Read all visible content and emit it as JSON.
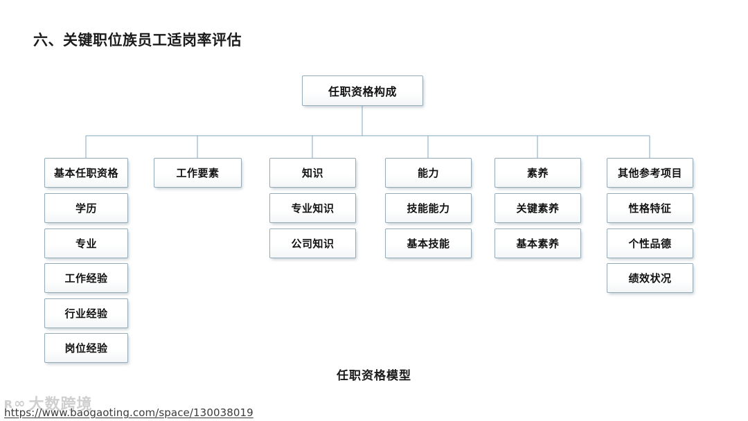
{
  "slide": {
    "title": "六、关键职位族员工适岗率评估",
    "caption": "任职资格模型",
    "background_color": "#ffffff"
  },
  "diagram": {
    "type": "org-tree",
    "connector_color": "#7fa8bd",
    "box_border_color": "#93aab9",
    "root": {
      "label": "任职资格构成"
    },
    "columns": [
      {
        "header": "基本任职资格",
        "children": [
          "学历",
          "专业",
          "工作经验",
          "行业经验",
          "岗位经验"
        ]
      },
      {
        "header": "工作要素",
        "children": []
      },
      {
        "header": "知识",
        "children": [
          "专业知识",
          "公司知识"
        ]
      },
      {
        "header": "能力",
        "children": [
          "技能能力",
          "基本技能"
        ]
      },
      {
        "header": "素养",
        "children": [
          "关键素养",
          "基本素养"
        ]
      },
      {
        "header": "其他参考项目",
        "children": [
          "性格特征",
          "个性品德",
          "绩效状况"
        ]
      }
    ]
  },
  "watermark": {
    "logo_text": "大数跨境",
    "logo_mark": "ʀ∞",
    "url": "https://www.baogaoting.com/space/130038019"
  }
}
